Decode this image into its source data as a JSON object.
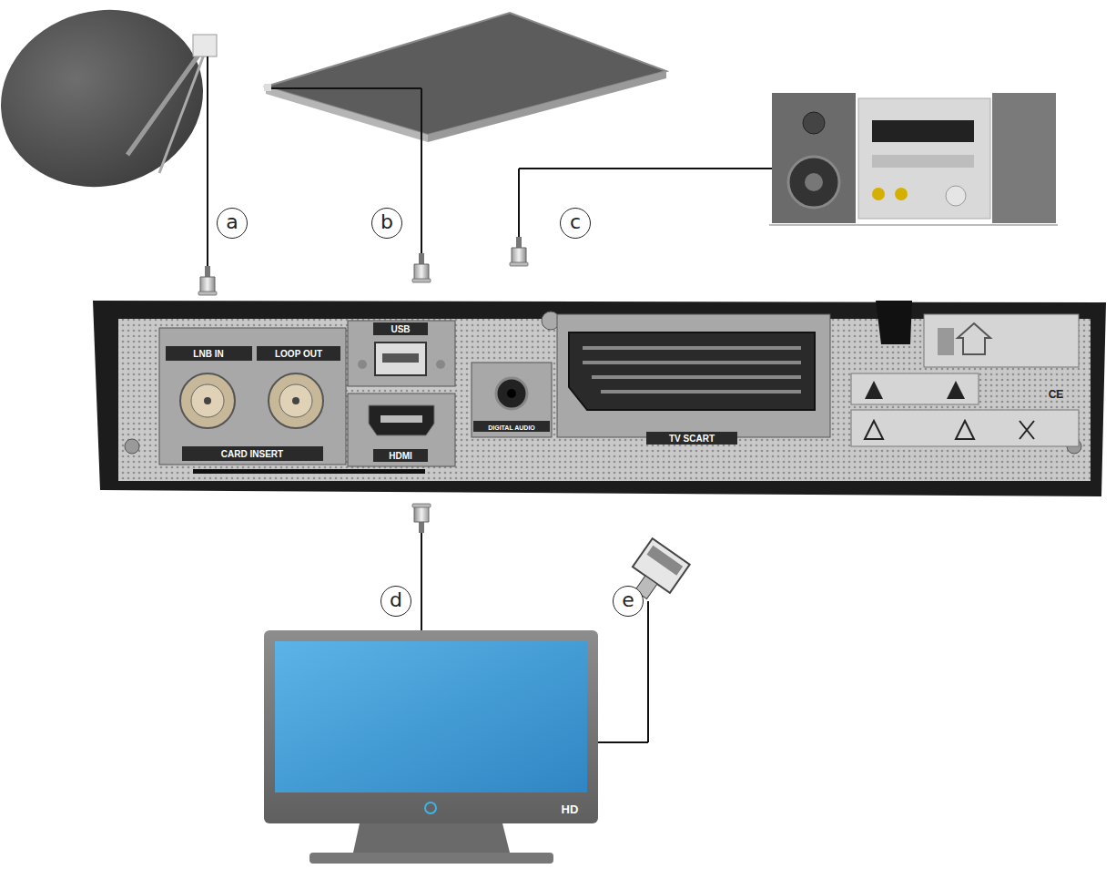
{
  "diagram": {
    "nodes": [
      {
        "text": [
          "a"
        ]
      },
      {
        "text": [
          "b"
        ]
      },
      {
        "text": [
          "c"
        ]
      },
      {
        "text": [
          "d"
        ]
      },
      {
        "text": [
          "e"
        ]
      }
    ],
    "labels": [
      "LNB IN",
      "LOOP OUT",
      "CARD INSERT",
      "USB",
      "HDMI",
      "DIGITAL AUDIO",
      "TV SCART",
      "CE",
      "HD"
    ]
  }
}
